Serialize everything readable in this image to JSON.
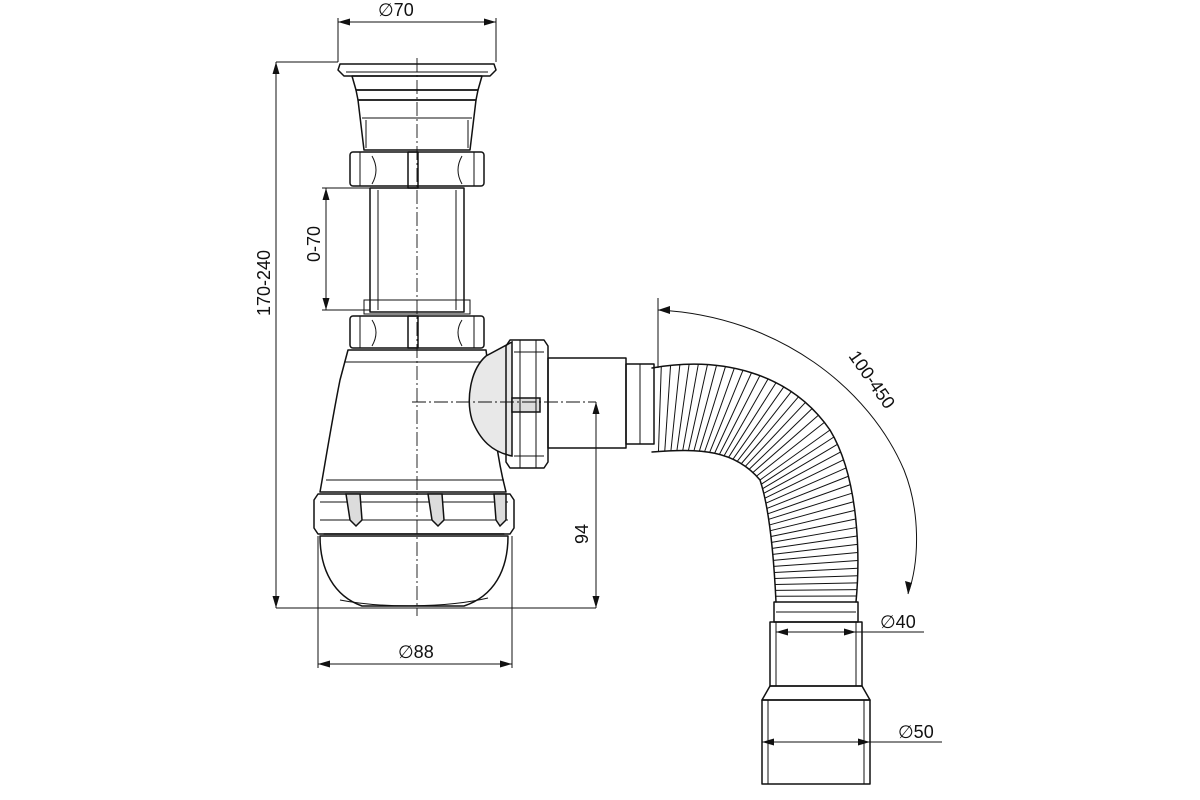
{
  "dimensions": {
    "top_diameter": "∅70",
    "total_height": "170-240",
    "extension": "0-70",
    "flex_hose_length": "100-450",
    "outlet_height": "94",
    "bottle_diameter": "∅88",
    "hose_diameter": "∅40",
    "outlet_diameter": "∅50"
  }
}
